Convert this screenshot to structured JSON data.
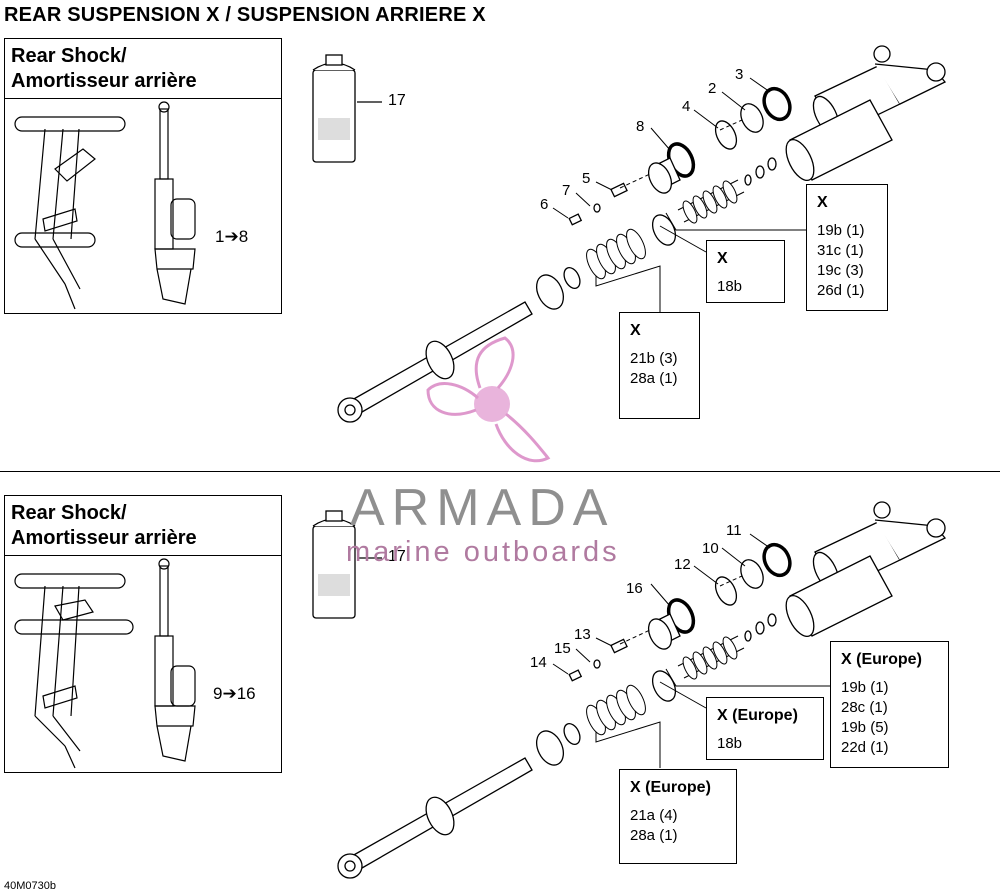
{
  "title": "REAR SUSPENSION X / SUSPENSION ARRIERE X",
  "top": {
    "inset_title_line1": "Rear Shock/",
    "inset_title_line2": "Amortisseur arrière",
    "inset_range": "1➔8",
    "callouts": [
      "17",
      "3",
      "2",
      "4",
      "8",
      "5",
      "7",
      "6"
    ],
    "box_right": {
      "title": "X",
      "items": [
        "19b (1)",
        "31c (1)",
        "19c (3)",
        "26d (1)"
      ]
    },
    "box_mid": {
      "title": "X",
      "items": [
        "18b"
      ]
    },
    "box_low": {
      "title": "X",
      "items": [
        "21b (3)",
        "28a (1)"
      ]
    }
  },
  "bottom": {
    "inset_title_line1": "Rear Shock/",
    "inset_title_line2": "Amortisseur arrière",
    "inset_range": "9➔16",
    "callouts": [
      "17",
      "11",
      "10",
      "12",
      "16",
      "13",
      "15",
      "14"
    ],
    "box_right": {
      "title": "X (Europe)",
      "items": [
        "19b (1)",
        "28c (1)",
        "19b (5)",
        "22d (1)"
      ]
    },
    "box_mid": {
      "title": "X (Europe)",
      "items": [
        "18b"
      ]
    },
    "box_low": {
      "title": "X (Europe)",
      "items": [
        "21a (4)",
        "28a (1)"
      ]
    }
  },
  "watermark": {
    "word": "ARMADA",
    "sub": "marine outboards",
    "color": "#d987c4"
  },
  "drawing_code": "40M0730b"
}
